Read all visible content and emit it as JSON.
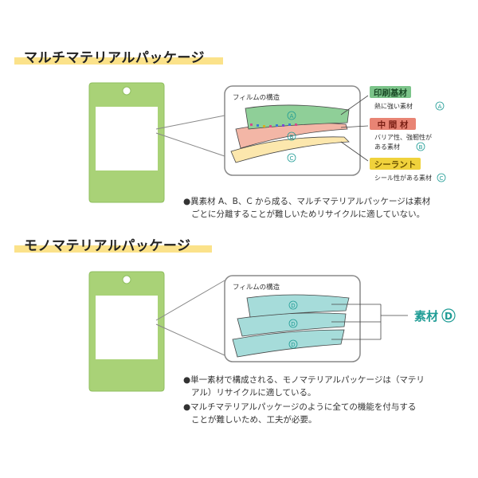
{
  "section1": {
    "title": "マルチマテリアルパッケージ",
    "film_label": "フィルムの構造",
    "layer_marks": [
      "A",
      "B",
      "C"
    ],
    "labels": [
      {
        "title": "印刷基材",
        "desc1": "熱に強い素材",
        "mark": "A",
        "color": "#7cc48a"
      },
      {
        "title": "中 間 材",
        "desc1": "バリア性、強靭性が",
        "desc2": "ある素材",
        "mark": "B",
        "color": "#e88474"
      },
      {
        "title": "シーラント",
        "desc1": "シール性がある素材",
        "mark": "C",
        "color": "#f0d23c"
      }
    ],
    "note_line1": "●異素材 A、B、C から成る、マルチマテリアルパッケージは素材",
    "note_line2": "ごとに分離することが難しいためリサイクルに適していない。"
  },
  "section2": {
    "title": "モノマテリアルパッケージ",
    "film_label": "フィルムの構造",
    "layer_marks": [
      "D",
      "D",
      "D"
    ],
    "material_label": "素材",
    "material_mark": "D",
    "note1_line1": "●単一素材で構成される、モノマテリアルパッケージは（マテリ",
    "note1_line2": "アル）リサイクルに適している。",
    "note2_line1": "●マルチマテリアルパッケージのように全ての機能を付与する",
    "note2_line2": "ことが難しいため、工夫が必要。"
  },
  "colors": {
    "pouch_green": "#a9d277",
    "layer_green": "#8fcf98",
    "layer_pink": "#f3b6a6",
    "layer_cream": "#fce7ad",
    "layer_teal": "#a6dcda",
    "accent_teal": "#1f9c95",
    "highlight": "#fbe28a"
  }
}
